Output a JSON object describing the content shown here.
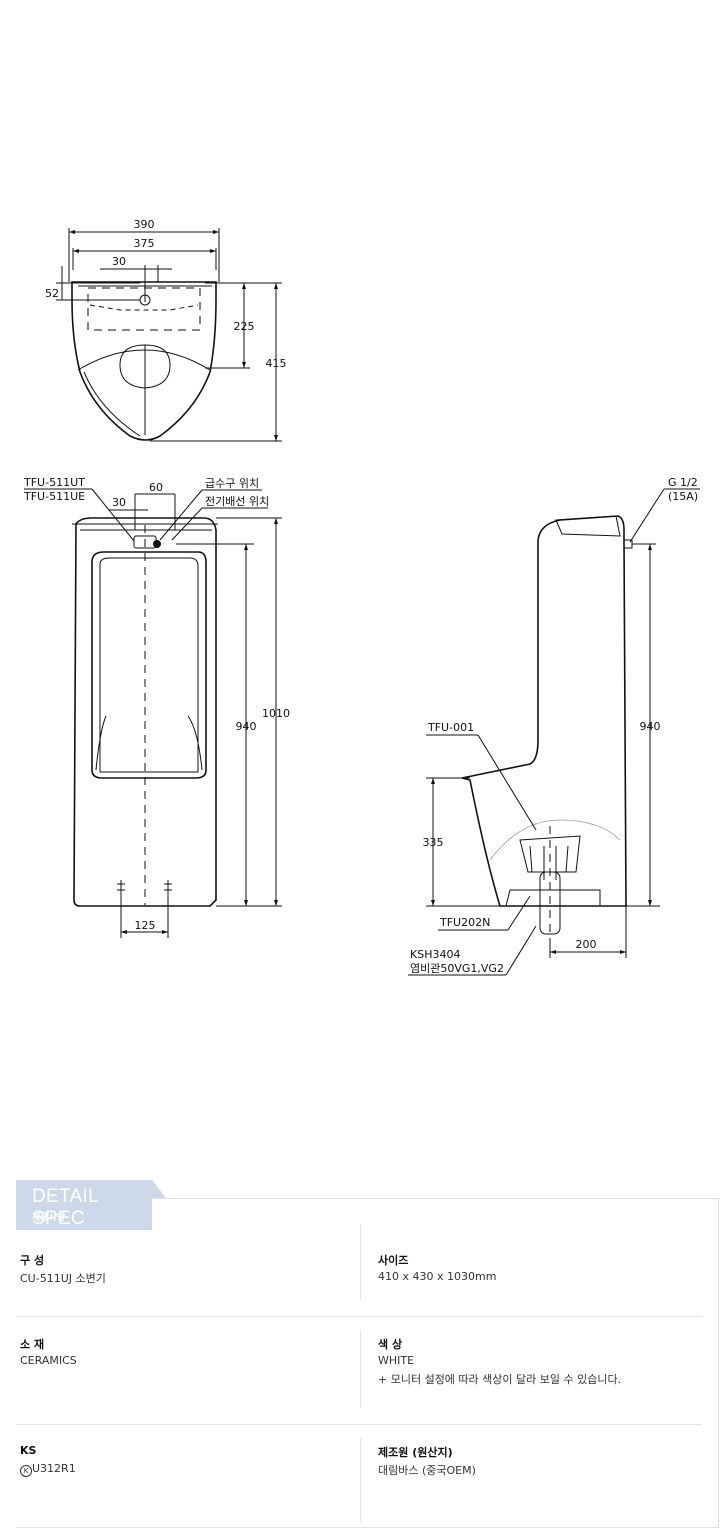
{
  "diagram": {
    "top_view": {
      "dim_390": "390",
      "dim_375": "375",
      "dim_30": "30",
      "dim_52": "52",
      "dim_225": "225",
      "dim_415": "415"
    },
    "front_view": {
      "label_tfu511ut": "TFU-511UT",
      "label_tfu511ue": "TFU-511UE",
      "dim_60": "60",
      "dim_30": "30",
      "label_water_supply": "급수구 위치",
      "label_electric": "전기배선 위치",
      "dim_940": "940",
      "dim_1010": "1010",
      "dim_125": "125"
    },
    "side_view": {
      "label_g12": "G 1/2",
      "label_15a": "(15A)",
      "label_tfu001": "TFU-001",
      "dim_940": "940",
      "dim_335": "335",
      "label_tfu202n": "TFU202N",
      "label_ksh3404": "KSH3404",
      "label_pipe": "염비관50VG1,VG2",
      "dim_200": "200"
    }
  },
  "spec": {
    "title": "DETAIL SPEC",
    "subtitle": "제품사양",
    "rows": [
      [
        {
          "label": "구 성",
          "value": "CU-511UJ 소변기"
        },
        {
          "label": "사이즈",
          "value": "410 x 430 x 1030mm"
        }
      ],
      [
        {
          "label": "소 재",
          "value": "CERAMICS"
        },
        {
          "label": "색 상",
          "value": "WHITE",
          "note": "+ 모니터 설정에 따라 색상이 달라 보일 수 있습니다."
        }
      ],
      [
        {
          "label": "KS",
          "value": "U312R1"
        },
        {
          "label": "제조원 (원산지)",
          "value": "대림바스 (중국OEM)"
        }
      ]
    ]
  }
}
